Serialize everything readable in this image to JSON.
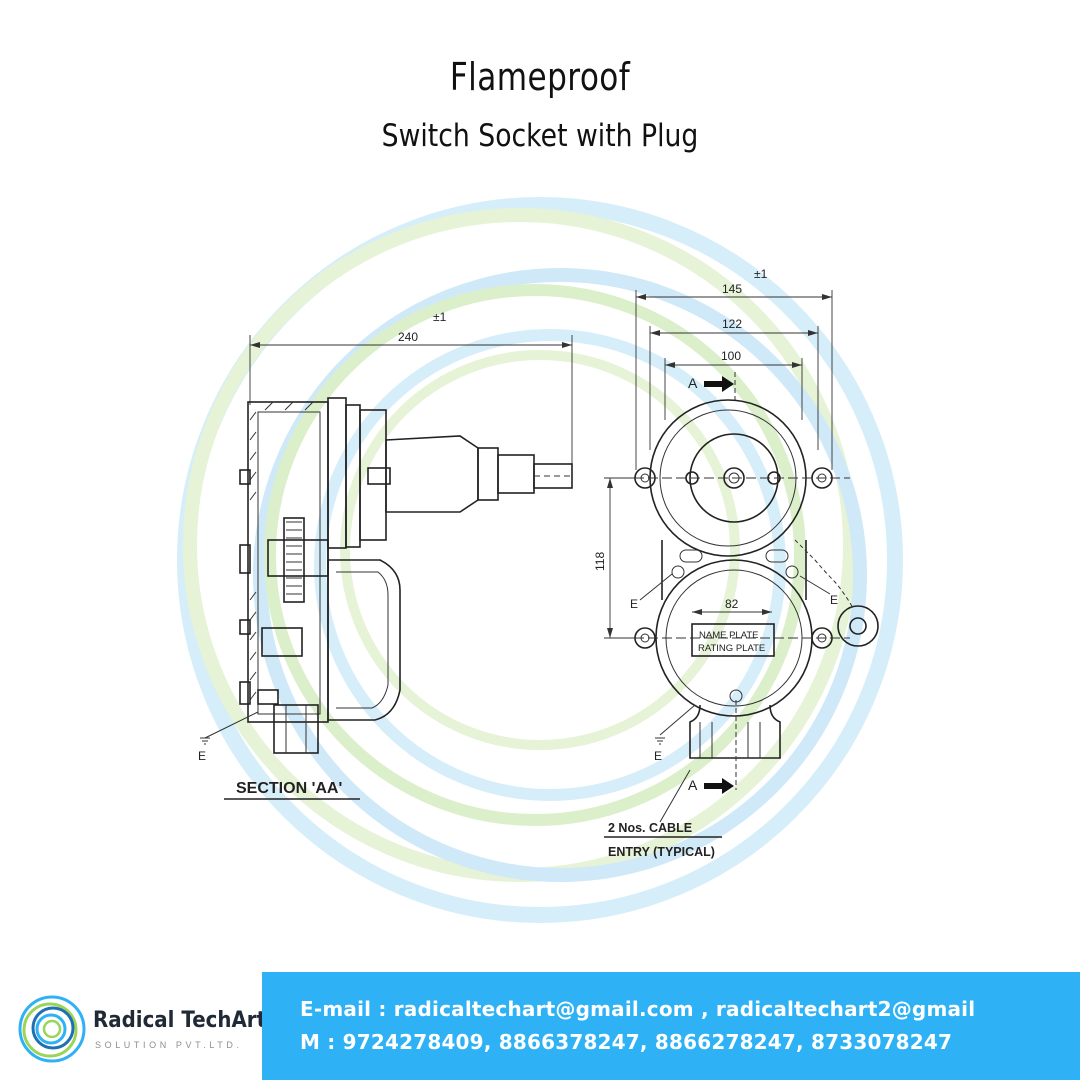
{
  "header": {
    "title": "Flameproof",
    "subtitle": "Switch Socket with Plug"
  },
  "drawing": {
    "side_view": {
      "tolerance": "±1",
      "length": "240",
      "earth_label": "E",
      "section_label": "SECTION 'AA'"
    },
    "front_view": {
      "tolerance": "±1",
      "width_outer": "145",
      "width_mid": "122",
      "width_inner": "100",
      "height": "118",
      "bottom_width": "82",
      "section_arrow": "A",
      "name_plate": "NAME PLATE",
      "rating_plate": "RATING PLATE",
      "earth_left": "E",
      "earth_right": "E",
      "earth_bottom": "E",
      "cable_entry_line1": "2 Nos. CABLE",
      "cable_entry_line2": "ENTRY (TYPICAL)"
    }
  },
  "brand": {
    "name": "Radical TechArt",
    "tagline": "SOLUTION PVT.LTD.",
    "logo_colors": [
      "#2eb1f5",
      "#9bd45a",
      "#1f6fb5"
    ]
  },
  "contact": {
    "email_line": "E-mail : radicaltechart@gmail.com , radicaltechart2@gmail",
    "phone_line": "M : 9724278409, 8866378247, 8866278247, 8733078247"
  },
  "colors": {
    "footer_bg": "#2eb1f5",
    "watermark_blue": "#cde9f8",
    "watermark_green": "#e3f2cf"
  }
}
